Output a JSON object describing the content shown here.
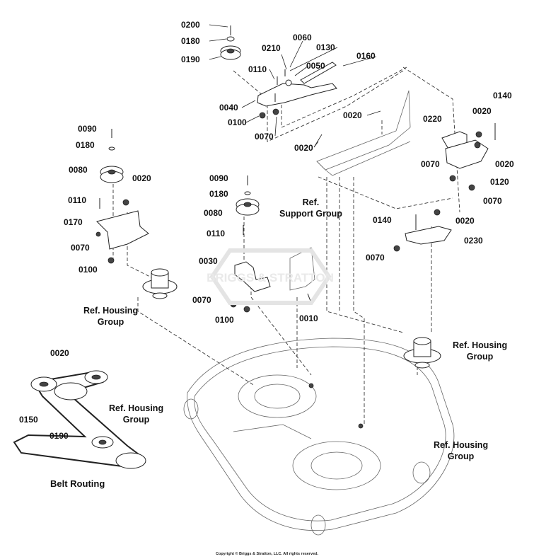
{
  "diagram": {
    "title": "Mower Deck Pulley & Belt Exploded View",
    "watermark_text": "BRIGGS & STRATTON",
    "copyright": "Copyright © Briggs & Stratton, LLC. All rights reserved.",
    "belt_routing_caption": "Belt Routing",
    "callouts": {
      "top_idler": [
        "0200",
        "0180",
        "0190",
        "0210",
        "0060",
        "0130",
        "0050",
        "0160",
        "0110",
        "0040",
        "0100",
        "0070"
      ],
      "support": [
        "0020",
        "0020"
      ],
      "left_pulley": [
        "0090",
        "0180",
        "0080",
        "0020",
        "0110",
        "0170",
        "0070",
        "0100"
      ],
      "center_pulley": [
        "0090",
        "0180",
        "0080",
        "0110",
        "0030",
        "0070",
        "0100",
        "0010"
      ],
      "right_bracket": [
        "0140",
        "0020",
        "0220",
        "0020",
        "0120",
        "0070",
        "0070"
      ],
      "right_lower_bracket": [
        "0140",
        "0020",
        "0230",
        "0070"
      ],
      "belt": [
        "0020",
        "0150",
        "0190"
      ]
    },
    "references": {
      "support_group": [
        "Ref.",
        "Support Group"
      ],
      "housing_group_left": [
        "Ref. Housing",
        "Group"
      ],
      "housing_group_right": [
        "Ref. Housing",
        "Group"
      ],
      "housing_group_lower": [
        "Ref. Housing",
        "Group"
      ],
      "housing_group_belt": [
        "Ref. Housing",
        "Group"
      ]
    }
  }
}
